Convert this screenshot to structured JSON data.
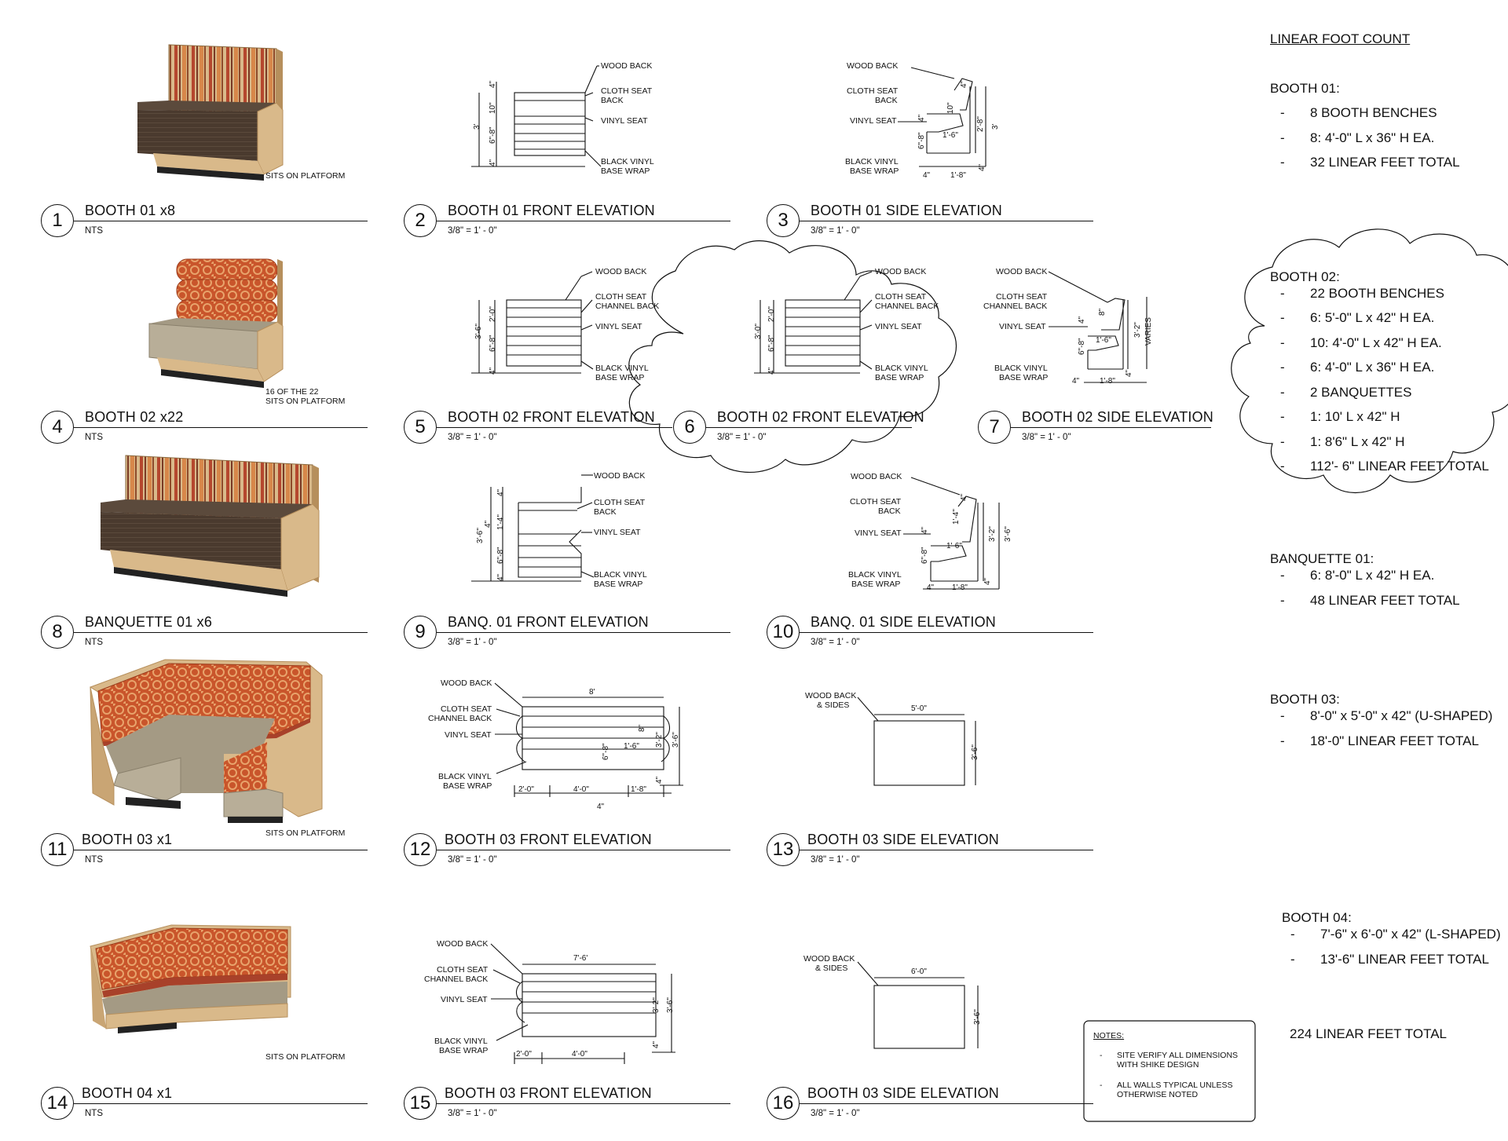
{
  "details": [
    {
      "num": "1",
      "title": "BOOTH 01 x8",
      "scale": "NTS"
    },
    {
      "num": "2",
      "title": "BOOTH 01 FRONT ELEVATION",
      "scale": "3/8\" = 1' - 0\""
    },
    {
      "num": "3",
      "title": "BOOTH 01 SIDE ELEVATION",
      "scale": "3/8\" = 1' - 0\""
    },
    {
      "num": "4",
      "title": "BOOTH 02 x22",
      "scale": "NTS"
    },
    {
      "num": "5",
      "title": "BOOTH 02 FRONT ELEVATION",
      "scale": "3/8\" = 1' - 0\""
    },
    {
      "num": "6",
      "title": "BOOTH 02 FRONT ELEVATION",
      "scale": "3/8\" = 1' - 0\""
    },
    {
      "num": "7",
      "title": "BOOTH 02 SIDE ELEVATION",
      "scale": "3/8\" = 1' - 0\""
    },
    {
      "num": "8",
      "title": "BANQUETTE 01 x6",
      "scale": "NTS"
    },
    {
      "num": "9",
      "title": "BANQ. 01 FRONT ELEVATION",
      "scale": "3/8\" = 1' - 0\""
    },
    {
      "num": "10",
      "title": "BANQ. 01 SIDE ELEVATION",
      "scale": "3/8\" = 1' - 0\""
    },
    {
      "num": "11",
      "title": "BOOTH 03 x1",
      "scale": "NTS"
    },
    {
      "num": "12",
      "title": "BOOTH 03 FRONT ELEVATION",
      "scale": "3/8\" = 1' - 0\""
    },
    {
      "num": "13",
      "title": "BOOTH 03 SIDE ELEVATION",
      "scale": "3/8\" = 1' - 0\""
    },
    {
      "num": "14",
      "title": "BOOTH 04 x1",
      "scale": "NTS"
    },
    {
      "num": "15",
      "title": "BOOTH 03 FRONT ELEVATION",
      "scale": "3/8\" = 1' - 0\""
    },
    {
      "num": "16",
      "title": "BOOTH 03 SIDE ELEVATION",
      "scale": "3/8\" = 1' - 0\""
    }
  ],
  "render_notes": {
    "sits_on_platform": "SITS ON PLATFORM",
    "partial_platform_line1": "16 OF THE 22",
    "partial_platform_line2": "SITS ON PLATFORM"
  },
  "callouts": {
    "wood_back": "WOOD BACK",
    "cloth_seat": "CLOTH SEAT",
    "back": "BACK",
    "channel_back": "CHANNEL BACK",
    "vinyl_seat": "VINYL SEAT",
    "black_vinyl": "BLACK VINYL",
    "base_wrap": "BASE WRAP",
    "wood_back_sides_1": "WOOD BACK",
    "wood_back_sides_2": "& SIDES"
  },
  "dimensions": {
    "d_4in": "4\"",
    "d_10in": "10\"",
    "d_6_8": "6\"-8\"",
    "d_3ft": "3'",
    "d_2_8": "2'-8\"",
    "d_1_6": "1'-6\"",
    "d_1_8": "1'-8\"",
    "d_3_6": "3'-6\"",
    "d_2_0": "2'-0\"",
    "d_3_0": "3'-0\"",
    "d_3_2": "3'-2\"",
    "d_varies": "VARIES",
    "d_1_4": "1'-4\"",
    "d_8": "8'",
    "d_8in": "8\"",
    "d_4_0": "4'-0\"",
    "d_5_0": "5'-0\"",
    "d_7_6": "7'-6'",
    "d_6_0": "6'-0\"",
    "d_6in": "6\""
  },
  "linear_foot": {
    "heading": "LINEAR FOOT COUNT",
    "booth01": {
      "title": "BOOTH 01:",
      "items": [
        "8 BOOTH BENCHES",
        "8: 4'-0\" L x 36\" H EA.",
        "32 LINEAR FEET TOTAL"
      ]
    },
    "booth02": {
      "title": "BOOTH 02:",
      "items": [
        "22 BOOTH BENCHES",
        "6: 5'-0\" L x 42\" H EA.",
        "10: 4'-0\" L x 42\" H EA.",
        "6: 4'-0\" L x 36\" H EA.",
        "2 BANQUETTES",
        "1: 10' L x 42\" H",
        "1: 8'6\" L x 42\" H",
        "112'- 6\" LINEAR FEET TOTAL"
      ]
    },
    "banquette01": {
      "title": "BANQUETTE 01:",
      "items": [
        "6: 8'-0\" L x 42\" H EA.",
        "48 LINEAR FEET TOTAL"
      ]
    },
    "booth03": {
      "title": "BOOTH 03:",
      "items": [
        "8'-0\" x 5'-0\" x 42\" (U-SHAPED)",
        "18'-0\" LINEAR FEET TOTAL"
      ]
    },
    "booth04": {
      "title": "BOOTH 04:",
      "items": [
        "7'-6\" x 6'-0\" x 42\" (L-SHAPED)",
        "13'-6\" LINEAR FEET TOTAL"
      ]
    },
    "grand_total": "224 LINEAR FEET TOTAL",
    "dash": "-"
  },
  "notes": {
    "title": "NOTES:",
    "items": [
      {
        "dash": "-",
        "line1": "SITE VERIFY ALL DIMENSIONS",
        "line2": "WITH SHIKE DESIGN"
      },
      {
        "dash": "-",
        "line1": "ALL WALLS TYPICAL UNLESS",
        "line2": "OTHERWISE NOTED"
      }
    ]
  },
  "colors": {
    "wood": "#d9b98a",
    "wood_dark": "#b68f5c",
    "stripe_red": "#b5472e",
    "stripe_orange": "#d7874a",
    "vinyl_brown": "#4a3a2e",
    "orange_fabric": "#c9552b",
    "seat_gray": "#b8ae98",
    "line": "#111111"
  }
}
